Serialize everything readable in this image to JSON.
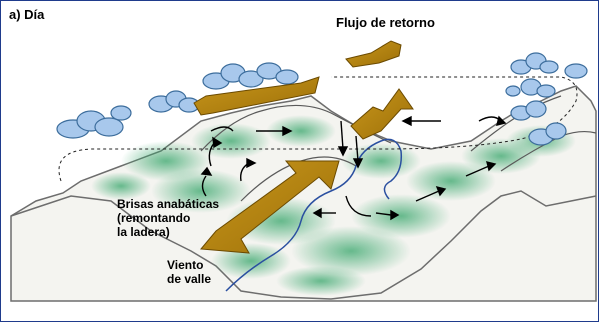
{
  "panel_label": "a) Día",
  "labels": {
    "return_flow": "Flujo de retorno",
    "anabatic_lines": [
      "Brisas anabáticas",
      "(remontando",
      "la ladera)"
    ],
    "valley_lines": [
      "Viento",
      "de valle"
    ]
  },
  "colors": {
    "frame": "#1f3b8c",
    "big_arrow": "#b8860b",
    "vegetation": "#3aa76d",
    "cloud_fill": "#a8c8ec",
    "cloud_stroke": "#3c6d9c",
    "river": "#2a4fa0",
    "terrain_stroke": "#6d6d6d"
  }
}
